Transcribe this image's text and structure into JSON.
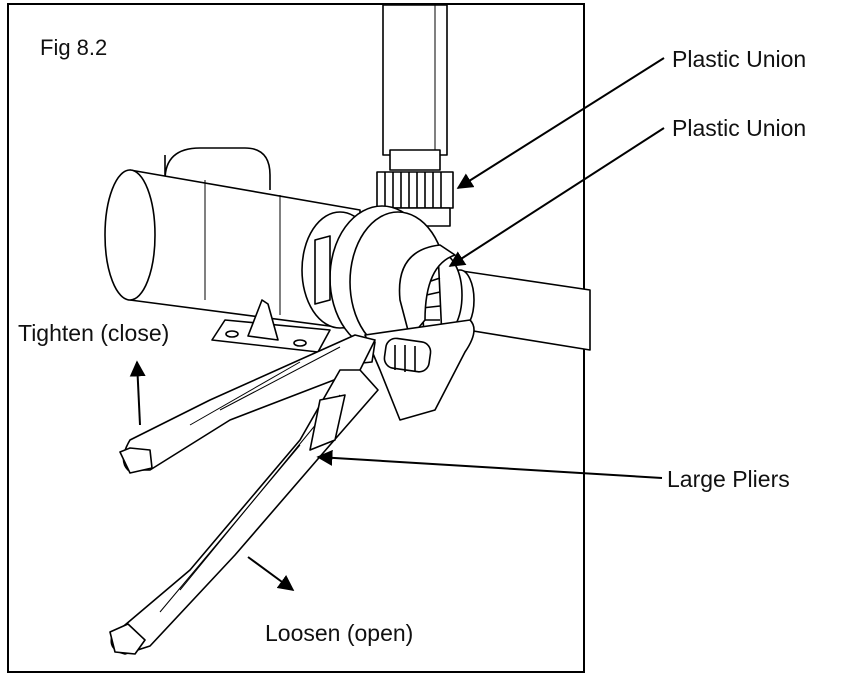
{
  "figure": {
    "label": "Fig 8.2"
  },
  "callouts": {
    "union_top": "Plastic Union",
    "union_lower": "Plastic Union",
    "tighten": "Tighten (close)",
    "pliers": "Large Pliers",
    "loosen": "Loosen (open)"
  },
  "colors": {
    "line": "#000000",
    "background": "#ffffff"
  }
}
